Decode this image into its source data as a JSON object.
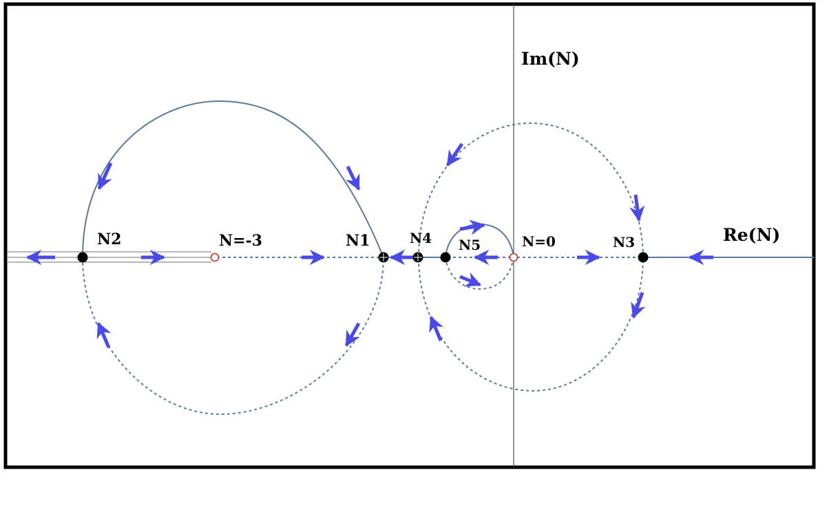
{
  "axes": {
    "imaginary_label": "Im(N)",
    "real_label": "Re(N)"
  },
  "points": {
    "n2": "N2",
    "n_minus_3": "N=-3",
    "n1": "N1",
    "n4": "N4",
    "n5": "N5",
    "n0": "N=0",
    "n3": "N3"
  },
  "colors": {
    "curve": "#5b7b9a",
    "arrow": "#4a4ae6",
    "fixed_point": "#000000",
    "pole": "#cc2a2a",
    "frame": "#000000"
  }
}
